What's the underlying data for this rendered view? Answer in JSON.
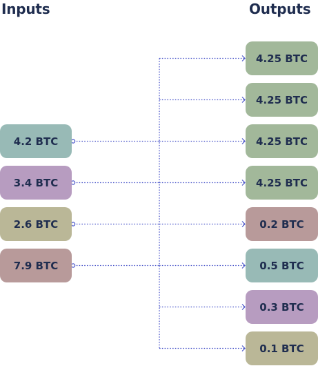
{
  "headings": {
    "inputs": "Inputs",
    "outputs": "Outputs"
  },
  "colors": {
    "teal": "#98bab6",
    "purple": "#b79cc0",
    "olive": "#bab797",
    "mauve": "#b89a9a",
    "green": "#a2b89a",
    "wire": "#4a55c9"
  },
  "inputs": [
    {
      "label": "4.2 BTC",
      "color": "teal"
    },
    {
      "label": "3.4 BTC",
      "color": "purple"
    },
    {
      "label": "2.6 BTC",
      "color": "olive"
    },
    {
      "label": "7.9 BTC",
      "color": "mauve"
    }
  ],
  "outputs": [
    {
      "label": "4.25 BTC",
      "color": "green"
    },
    {
      "label": "4.25 BTC",
      "color": "green"
    },
    {
      "label": "4.25 BTC",
      "color": "green"
    },
    {
      "label": "4.25 BTC",
      "color": "green"
    },
    {
      "label": "0.2 BTC",
      "color": "mauve"
    },
    {
      "label": "0.5 BTC",
      "color": "teal"
    },
    {
      "label": "0.3 BTC",
      "color": "purple"
    },
    {
      "label": "0.1 BTC",
      "color": "olive"
    }
  ]
}
